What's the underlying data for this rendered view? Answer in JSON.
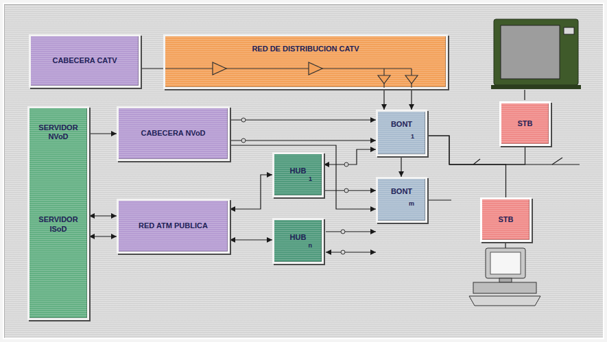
{
  "diagram": {
    "nodes": [
      {
        "text": [
          "CABECERA CATV"
        ]
      },
      {
        "text": [
          "RED DE DISTRIBUCION CATV"
        ]
      },
      {
        "text": [
          "SERVIDOR NVoD",
          "SERVIDOR ISoD"
        ]
      },
      {
        "text": [
          "CABECERA NVoD"
        ]
      },
      {
        "text": [
          "HUB",
          "1"
        ]
      },
      {
        "text": [
          "BONT",
          "1"
        ]
      },
      {
        "text": [
          "BONT",
          "m"
        ]
      },
      {
        "text": [
          "RED ATM PUBLICA"
        ]
      },
      {
        "text": [
          "HUB",
          "n"
        ]
      },
      {
        "text": [
          "STB"
        ]
      },
      {
        "text": [
          "STB"
        ]
      }
    ],
    "edges": [
      {
        "from": 0,
        "to": 1,
        "arrow": "none"
      },
      {
        "from": 1,
        "to": 5,
        "arrow": "to"
      },
      {
        "from": 1,
        "to": 5,
        "arrow": "to"
      },
      {
        "from": 2,
        "to": 3,
        "arrow": "to"
      },
      {
        "from": 2,
        "to": 7,
        "arrow": "both"
      },
      {
        "from": 2,
        "to": 7,
        "arrow": "both"
      },
      {
        "from": 3,
        "to": 5,
        "arrow": "to"
      },
      {
        "from": 3,
        "to": 5,
        "arrow": "to"
      },
      {
        "from": 3,
        "to": 6,
        "arrow": "to"
      },
      {
        "from": 4,
        "to": 5,
        "arrow": "both"
      },
      {
        "from": 4,
        "to": 6,
        "arrow": "to"
      },
      {
        "from": 5,
        "to": 6,
        "arrow": "to"
      },
      {
        "from": 7,
        "to": 4,
        "arrow": "both"
      },
      {
        "from": 7,
        "to": 8,
        "arrow": "both"
      },
      {
        "from": 5,
        "to": 9,
        "arrow": "none"
      },
      {
        "from": 5,
        "to": 10,
        "arrow": "none"
      }
    ]
  }
}
